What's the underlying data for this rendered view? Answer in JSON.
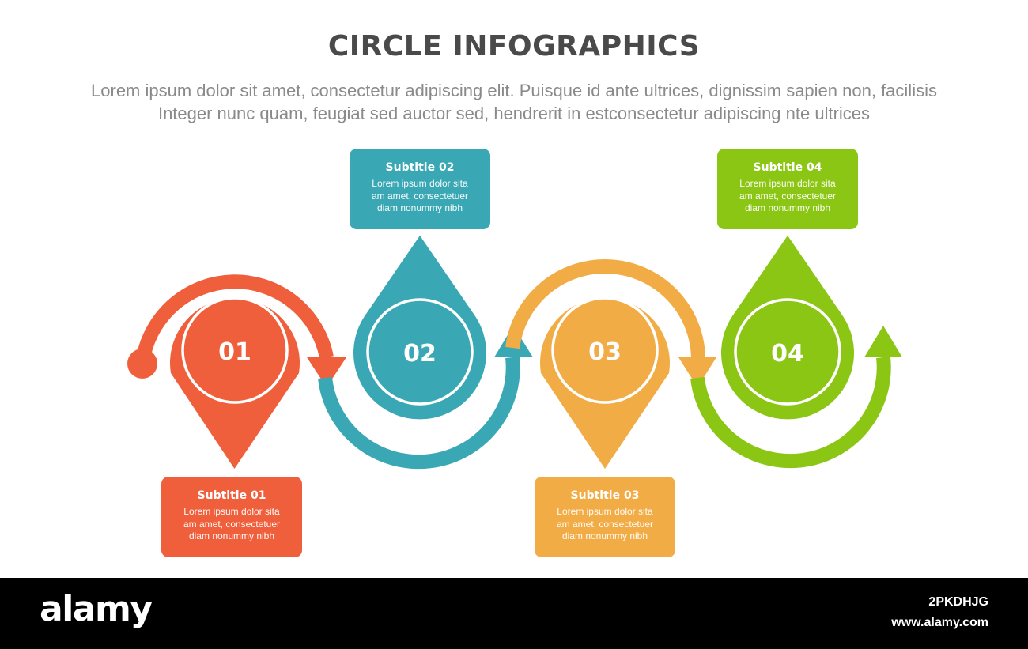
{
  "header": {
    "title": "CIRCLE INFOGRAPHICS",
    "description_line1": "Lorem ipsum dolor sit amet, consectetur adipiscing elit. Puisque id ante ultrices, dignissim sapien non, facilisis",
    "description_line2": "Integer nunc quam, feugiat sed auctor sed, hendrerit in estconsectetur adipiscing nte ultrices"
  },
  "steps": [
    {
      "number": "01",
      "subtitle": "Subtitle 01",
      "text_line1": "Lorem ipsum dolor sita",
      "text_line2": "am amet, consectetuer",
      "text_line3": "diam nonummy  nibh",
      "color": "#f05f3b"
    },
    {
      "number": "02",
      "subtitle": "Subtitle 02",
      "text_line1": "Lorem ipsum dolor sita",
      "text_line2": "am amet, consectetuer",
      "text_line3": "diam nonummy  nibh",
      "color": "#3aa8b4"
    },
    {
      "number": "03",
      "subtitle": "Subtitle 03",
      "text_line1": "Lorem ipsum dolor sita",
      "text_line2": "am amet, consectetuer",
      "text_line3": "diam nonummy  nibh",
      "color": "#f2ac45"
    },
    {
      "number": "04",
      "subtitle": "Subtitle 04",
      "text_line1": "Lorem ipsum dolor sita",
      "text_line2": "am amet, consectetuer",
      "text_line3": "diam nonummy  nibh",
      "color": "#8cc615"
    }
  ],
  "footer": {
    "logo": "alamy",
    "image_code": "2PKDHJG",
    "url": "www.alamy.com"
  }
}
